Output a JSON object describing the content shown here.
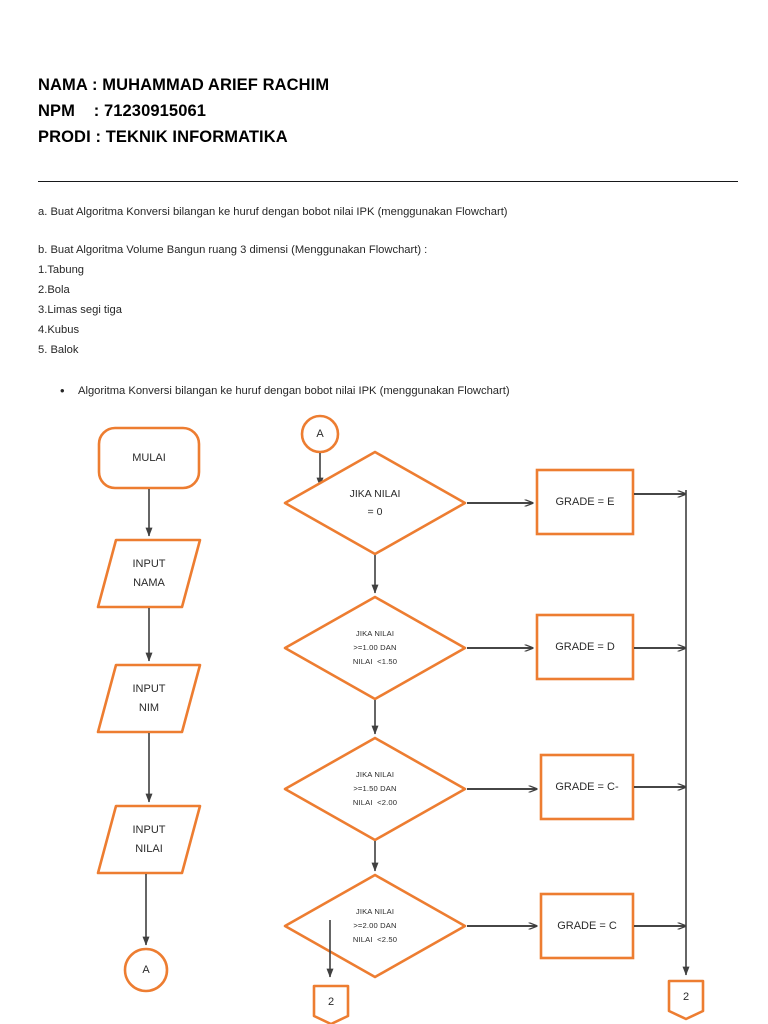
{
  "header": {
    "lines": [
      "NAMA : MUHAMMAD ARIEF RACHIM",
      "NPM    : 71230915061",
      "PRODI : TEKNIK INFORMATIKA"
    ],
    "name_label": "NAMA :",
    "name_value": "MUHAMMAD ARIEF RACHIM",
    "npm_label": "NPM    :",
    "npm_value": "71230915061",
    "prodi_label": "PRODI :",
    "prodi_value": "TEKNIK INFORMATIKA"
  },
  "body": {
    "task_a": "a. Buat Algoritma Konversi bilangan ke huruf dengan bobot nilai IPK (menggunakan Flowchart)",
    "task_b": "b. Buat Algoritma Volume Bangun ruang 3 dimensi (Menggunakan Flowchart) :",
    "task_b_items": [
      "1.Tabung",
      "2.Bola",
      "3.Limas segi tiga",
      "4.Kubus",
      "5. Balok"
    ],
    "bullet_marker": "•",
    "bullet_text": "Algoritma Konversi bilangan ke huruf dengan bobot nilai IPK (menggunakan Flowchart)"
  },
  "colors": {
    "shape_stroke": "#ED7D31",
    "shape_fill": "#FFFFFF",
    "connector_stroke": "#404040",
    "text": "#2B2B2B",
    "rule": "#17181A"
  },
  "flowchart": {
    "title": "Algoritma Konversi bilangan ke huruf dengan bobot nilai IPK",
    "left_column": [
      {
        "id": "mulai",
        "shape": "rounded-rect",
        "lines": [
          "MULAI"
        ]
      },
      {
        "id": "input-nama",
        "shape": "parallelogram",
        "lines": [
          "INPUT",
          "NAMA"
        ]
      },
      {
        "id": "input-nim",
        "shape": "parallelogram",
        "lines": [
          "INPUT",
          "NIM"
        ]
      },
      {
        "id": "input-nilai",
        "shape": "parallelogram",
        "lines": [
          "INPUT",
          "NILAI"
        ]
      },
      {
        "id": "connector-a-out",
        "shape": "circle",
        "lines": [
          "A"
        ]
      }
    ],
    "right_column": {
      "entry_connector": {
        "id": "connector-a-in",
        "shape": "circle",
        "lines": [
          "A"
        ]
      },
      "decisions": [
        {
          "id": "dec-e",
          "shape": "diamond",
          "lines": [
            "JIKA NILAI",
            "= 0"
          ]
        },
        {
          "id": "dec-d",
          "shape": "diamond",
          "lines": [
            "JIKA NILAI",
            ">=1.00 DAN",
            "NILAI  <1.50"
          ]
        },
        {
          "id": "dec-cm",
          "shape": "diamond",
          "lines": [
            "JIKA NILAI",
            ">=1.50 DAN",
            "NILAI  <2.00"
          ]
        },
        {
          "id": "dec-c",
          "shape": "diamond",
          "lines": [
            "JIKA NILAI",
            ">=2.00 DAN",
            "NILAI  <2.50"
          ]
        }
      ],
      "grades": [
        {
          "id": "grade-e",
          "shape": "rect",
          "lines": [
            "GRADE = E"
          ]
        },
        {
          "id": "grade-d",
          "shape": "rect",
          "lines": [
            "GRADE = D"
          ]
        },
        {
          "id": "grade-cm",
          "shape": "rect",
          "lines": [
            "GRADE = C-"
          ]
        },
        {
          "id": "grade-c",
          "shape": "rect",
          "lines": [
            "GRADE = C"
          ]
        }
      ],
      "exit_connectors": [
        {
          "id": "connector-2-left",
          "shape": "pentagon",
          "lines": [
            "2"
          ]
        },
        {
          "id": "connector-2-right",
          "shape": "pentagon",
          "lines": [
            "2"
          ]
        }
      ]
    }
  }
}
